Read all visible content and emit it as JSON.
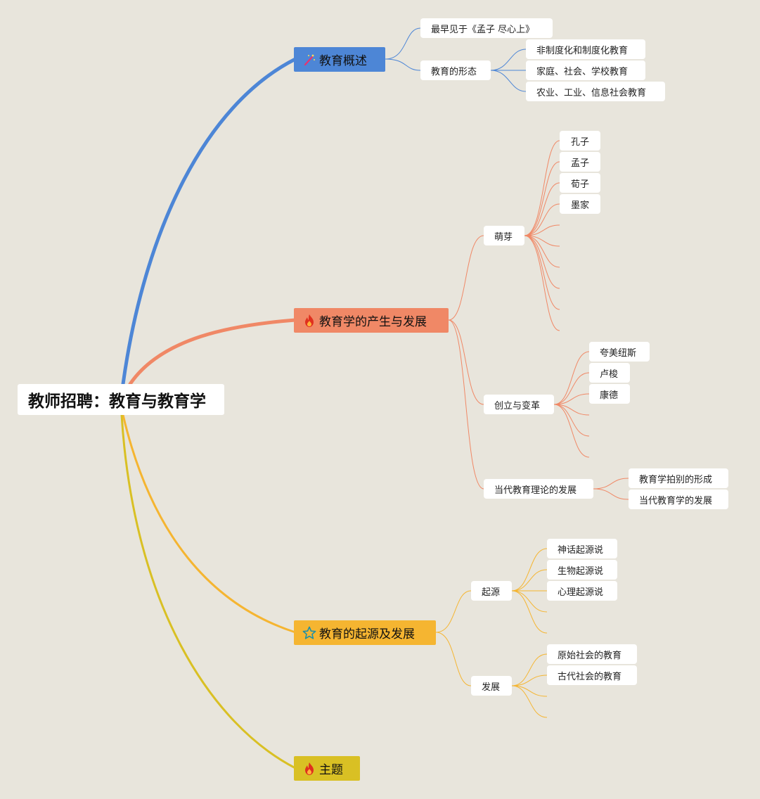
{
  "root": {
    "label": "教师招聘：教育与教育学"
  },
  "colors": {
    "background": "#e8e5dc",
    "branch_overview": "#4d86d6",
    "branch_pedagogy": "#f08866",
    "branch_origin": "#f5b531",
    "branch_topic": "#d9c024"
  },
  "branches": [
    {
      "label": "教育概述",
      "icon": "magic-wand-icon",
      "children": [
        {
          "label": "最早见于《孟子 尽心上》"
        },
        {
          "label": "教育的形态",
          "children": [
            {
              "label": "非制度化和制度化教育"
            },
            {
              "label": "家庭、社会、学校教育"
            },
            {
              "label": "农业、工业、信息社会教育"
            }
          ]
        }
      ]
    },
    {
      "label": "教育学的产生与发展",
      "icon": "fire-icon",
      "children": [
        {
          "label": "萌芽",
          "children": [
            {
              "label": "孔子"
            },
            {
              "label": "孟子"
            },
            {
              "label": "荀子"
            },
            {
              "label": "墨家"
            }
          ]
        },
        {
          "label": "创立与变革",
          "children": [
            {
              "label": "夸美纽斯"
            },
            {
              "label": "卢梭"
            },
            {
              "label": "康德"
            }
          ]
        },
        {
          "label": "当代教育理论的发展",
          "children": [
            {
              "label": "教育学拍别的形成"
            },
            {
              "label": "当代教育学的发展"
            }
          ]
        }
      ]
    },
    {
      "label": "教育的起源及发展",
      "icon": "star-icon",
      "children": [
        {
          "label": "起源",
          "children": [
            {
              "label": "神话起源说"
            },
            {
              "label": "生物起源说"
            },
            {
              "label": "心理起源说"
            }
          ]
        },
        {
          "label": "发展",
          "children": [
            {
              "label": "原始社会的教育"
            },
            {
              "label": "古代社会的教育"
            }
          ]
        }
      ]
    },
    {
      "label": "主题",
      "icon": "fire-icon"
    }
  ]
}
